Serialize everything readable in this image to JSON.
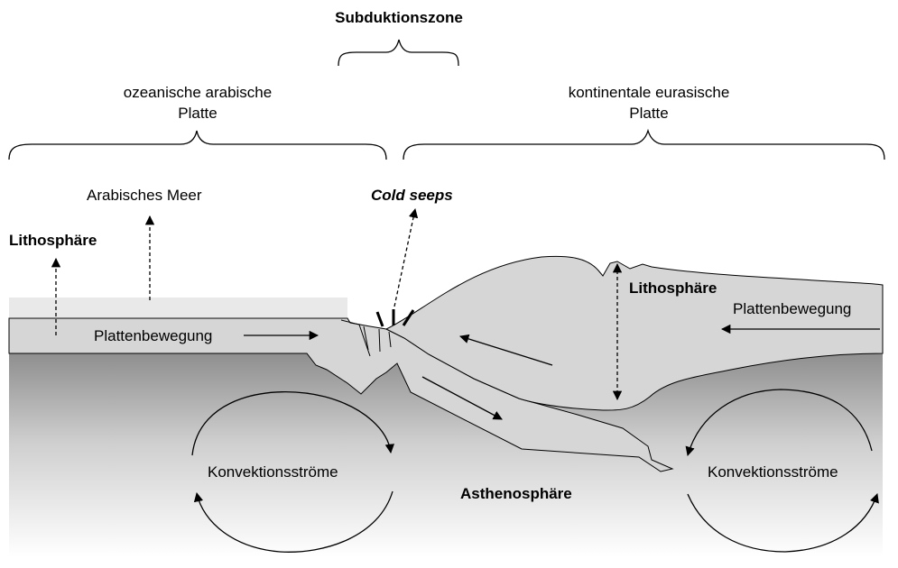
{
  "labels": {
    "subduction_zone": "Subduktionszone",
    "oceanic_plate_line1": "ozeanische arabische",
    "oceanic_plate_line2": "Platte",
    "continental_plate_line1": "kontinentale eurasische",
    "continental_plate_line2": "Platte",
    "arabian_sea": "Arabisches Meer",
    "cold_seeps": "Cold seeps",
    "lithosphere_left": "Lithosphäre",
    "lithosphere_right": "Lithosphäre",
    "plate_motion_left": "Plattenbewegung",
    "plate_motion_right": "Plattenbewegung",
    "convection_left": "Konvektionsströme",
    "convection_right": "Konvektionsströme",
    "asthenosphere": "Asthenosphäre"
  },
  "colors": {
    "sea": "#e9e9e9",
    "plate": "#d6d6d6",
    "mantle_top": "#8c8c8c",
    "mantle_bottom": "#ffffff",
    "ink": "#000000"
  }
}
